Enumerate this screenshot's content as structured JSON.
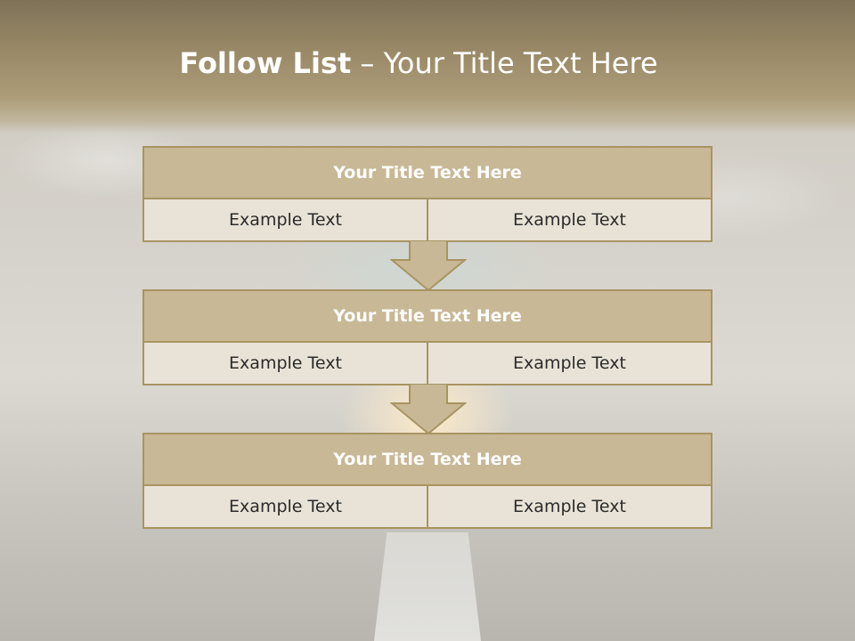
{
  "slide": {
    "title_bold": "Follow List",
    "title_rest": " – Your Title Text Here"
  },
  "blocks": [
    {
      "title": "Your Title Text Here",
      "left": "Example Text",
      "right": "Example Text"
    },
    {
      "title": "Your Title Text Here",
      "left": "Example Text",
      "right": "Example Text"
    },
    {
      "title": "Your Title Text Here",
      "left": "Example Text",
      "right": "Example Text"
    }
  ],
  "colors": {
    "header": "#9a8a68",
    "block_title_fill": "#c8b896",
    "block_body_fill": "#e9e3d7",
    "border": "#a89462",
    "arrow": "#c8b896"
  }
}
